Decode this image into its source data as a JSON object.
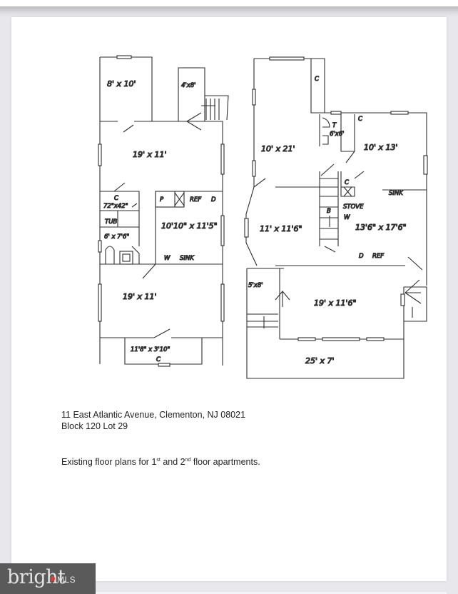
{
  "document": {
    "type": "scanned floor plan",
    "caption": {
      "address_line": "11 East Atlantic Avenue, Clementon, NJ 08021",
      "block_lot_line": "Block 120  Lot 29",
      "description_prefix": "Existing floor plans for 1",
      "description_sup1": "st",
      "description_mid": " and 2",
      "description_sup2": "nd",
      "description_suffix": " floor apartments."
    }
  },
  "first_floor_plan": {
    "rooms": [
      {
        "label": "8' x 10'"
      },
      {
        "label": "4'x8'"
      },
      {
        "label": "19' x 11'"
      },
      {
        "label": "72\"x42\"",
        "note": "C"
      },
      {
        "label": "TUB"
      },
      {
        "label": "6' x 7'6\""
      },
      {
        "label": "10'10\" x 11'5\""
      },
      {
        "label": "19' x 11'"
      },
      {
        "label": "11'8\" x 3'10\"",
        "note": "C"
      }
    ],
    "fixtures": [
      "P",
      "REF",
      "D",
      "W",
      "SINK",
      "C"
    ]
  },
  "second_floor_plan": {
    "rooms": [
      {
        "label": "10' x 21'"
      },
      {
        "label": "6'x6'"
      },
      {
        "label": "10' x 13'"
      },
      {
        "label": "11' x 11'6\""
      },
      {
        "label": "13'6\" x 17'6\""
      },
      {
        "label": "5'x8'"
      },
      {
        "label": "19' x 11'6\""
      },
      {
        "label": "25' x 7'"
      }
    ],
    "fixtures": [
      "C",
      "C",
      "C",
      "T",
      "SINK",
      "STOVE",
      "W",
      "B",
      "D",
      "REF"
    ]
  },
  "watermark": {
    "brand": "bright",
    "suffix": "MLS",
    "colors": {
      "background": "#5a5a5a",
      "text": "#e4e4e4",
      "dot": "#c9423f"
    }
  }
}
